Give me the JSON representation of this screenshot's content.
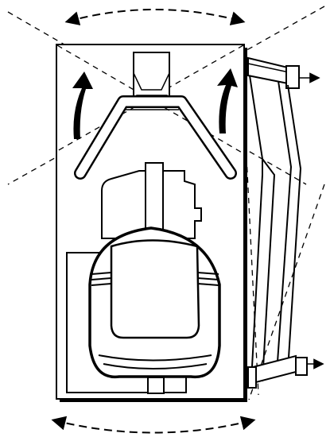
{
  "diagram": {
    "kind": "top-view line drawing",
    "components": [
      "outer-frame",
      "operator-seat",
      "seat-base-block",
      "steering-bar",
      "column-head",
      "side-unit-attachment",
      "rotation-arrows",
      "range-arrows",
      "dashed-diagonal-lines"
    ],
    "text_labels": []
  },
  "colors": {
    "stroke": "#000000",
    "background": "#ffffff"
  }
}
